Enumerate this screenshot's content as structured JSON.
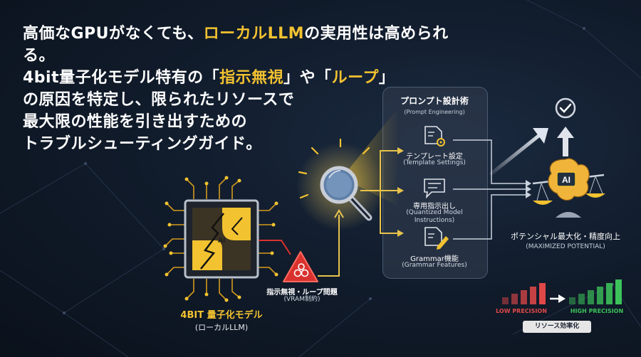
{
  "headline": {
    "line1_pre": "高価なGPUがなくても、",
    "line1_highlight": "ローカルLLM",
    "line1_post": "の実用性は高められる。",
    "line2_pre": "4bit量子化モデル特有の「",
    "line2_hl1": "指示無視",
    "line2_mid": "」や「",
    "line2_hl2": "ループ",
    "line2_post": "」",
    "line3": "の原因を特定し、限られたリソースで",
    "line4": "最大限の性能を引き出すための",
    "line5": "トラブルシューティングガイド。"
  },
  "chip": {
    "title": "4BIT 量子化モデル",
    "subtitle": "(ローカルLLM)",
    "label": "AI"
  },
  "problem": {
    "title": "指示無視・ループ問題",
    "subtitle": "(VRAM制約)"
  },
  "panel": {
    "title": "プロンプト設計術",
    "subtitle": "(Prompt Engineering)",
    "items": [
      {
        "title": "テンプレート設定",
        "subtitle": "(Template Settings)",
        "icon": "gear-document-icon"
      },
      {
        "title": "専用指示出し",
        "subtitle": "(Quantized Model Instructions)",
        "icon": "chat-bubble-icon"
      },
      {
        "title": "Grammar機能",
        "subtitle": "(Grammar Features)",
        "icon": "pencil-document-icon"
      }
    ]
  },
  "result": {
    "title": "ポテンシャル最大化・精度向上",
    "subtitle": "(MAXIMIZED POTENTIAL)",
    "brain_label": "AI"
  },
  "precision": {
    "low": "LOW PRECISION",
    "high": "HIGH PRECISION",
    "badge": "リソース効率化"
  },
  "colors": {
    "accent": "#f2c230",
    "problem": "#d9322e",
    "low": "#e04848",
    "high": "#3cc25a",
    "panel": "#2c384a"
  },
  "chart_data": {
    "type": "bar",
    "series": [
      {
        "values": [
          2,
          3,
          4,
          5,
          6
        ]
      },
      {
        "values": [
          2,
          3,
          4,
          5,
          6,
          7
        ]
      }
    ]
  }
}
